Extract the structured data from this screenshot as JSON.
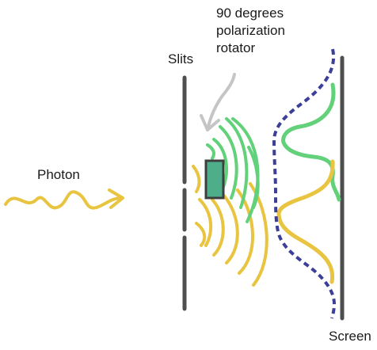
{
  "labels": {
    "rotator": [
      "90 degrees",
      "polarization",
      "rotator"
    ],
    "slits": "Slits",
    "photon": "Photon",
    "screen": "Screen"
  },
  "colors": {
    "barrier": "#4d4f4f",
    "yellow_wave": "#e8c440",
    "green_wave": "#63d07a",
    "pattern_dashed": "#3b3f98",
    "rotator_fill": "#4fae8a",
    "rotator_stroke": "#3d3f3f",
    "arrow_gray": "#c5c5c5"
  },
  "icons": {
    "rotator_arrow": "curved-arrow-icon",
    "photon_wave": "wavy-arrow-icon"
  }
}
